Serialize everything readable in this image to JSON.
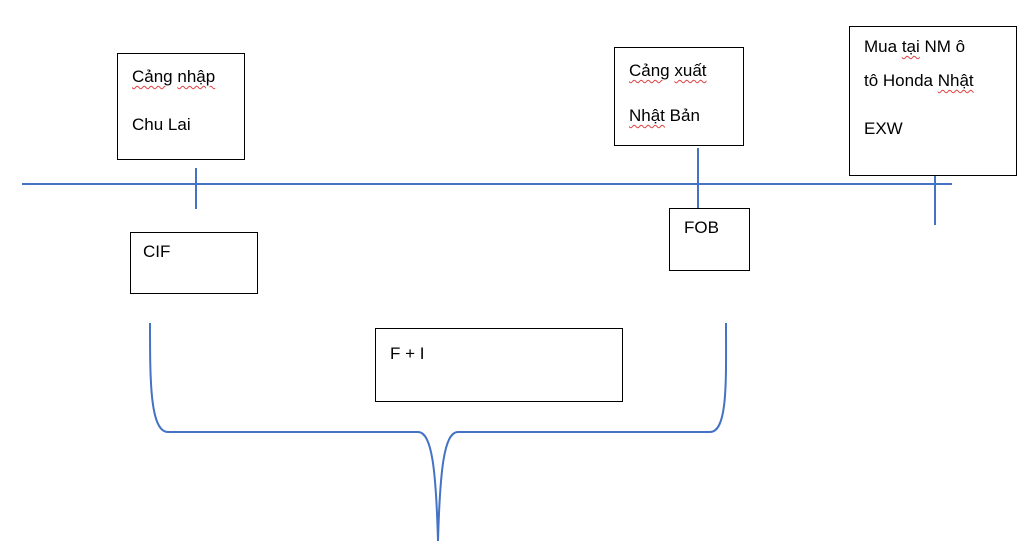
{
  "colors": {
    "line": "#4472c4",
    "border": "#000000",
    "spellcheck": "#e04040"
  },
  "boxes": {
    "import_port": {
      "line1a": "Cảng",
      "line1b": "nhập",
      "line2": "Chu Lai"
    },
    "export_port": {
      "line1a": "Cảng",
      "line1b": "xuất",
      "line2a": "Nhật",
      "line2b": "Bản"
    },
    "factory": {
      "line1a": "Mua",
      "line1b": "tại",
      "line1c": "NM ô",
      "line2a": "tô Honda",
      "line2b": "Nhật",
      "line3": "EXW"
    },
    "cif": {
      "label": "CIF"
    },
    "fob": {
      "label": "FOB"
    },
    "freight_insurance": {
      "label": "F + I"
    }
  }
}
